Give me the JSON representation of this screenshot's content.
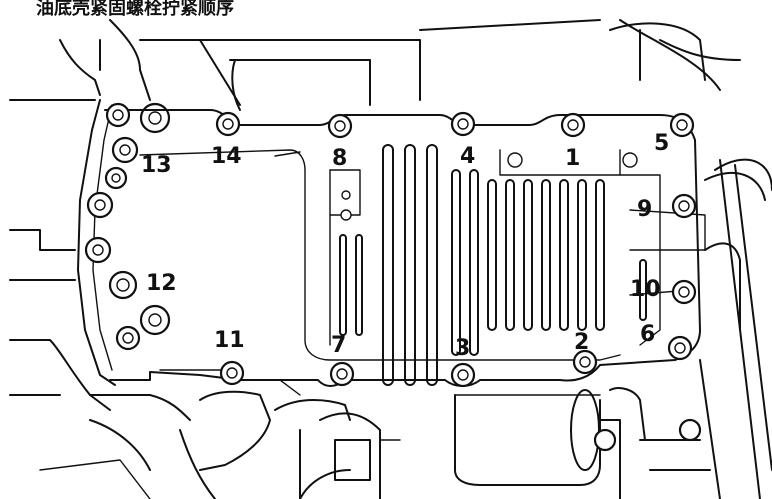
{
  "caption": "油底壳紧固螺栓拧紧顺序",
  "labels": [
    {
      "id": "1",
      "text": "1"
    },
    {
      "id": "2",
      "text": "2"
    },
    {
      "id": "3",
      "text": "3"
    },
    {
      "id": "4",
      "text": "4"
    },
    {
      "id": "5",
      "text": "5"
    },
    {
      "id": "6",
      "text": "6"
    },
    {
      "id": "7",
      "text": "7"
    },
    {
      "id": "8",
      "text": "8"
    },
    {
      "id": "9",
      "text": "9"
    },
    {
      "id": "10",
      "text": "10"
    },
    {
      "id": "11",
      "text": "11"
    },
    {
      "id": "12",
      "text": "12"
    },
    {
      "id": "13",
      "text": "13"
    },
    {
      "id": "14",
      "text": "14"
    }
  ]
}
